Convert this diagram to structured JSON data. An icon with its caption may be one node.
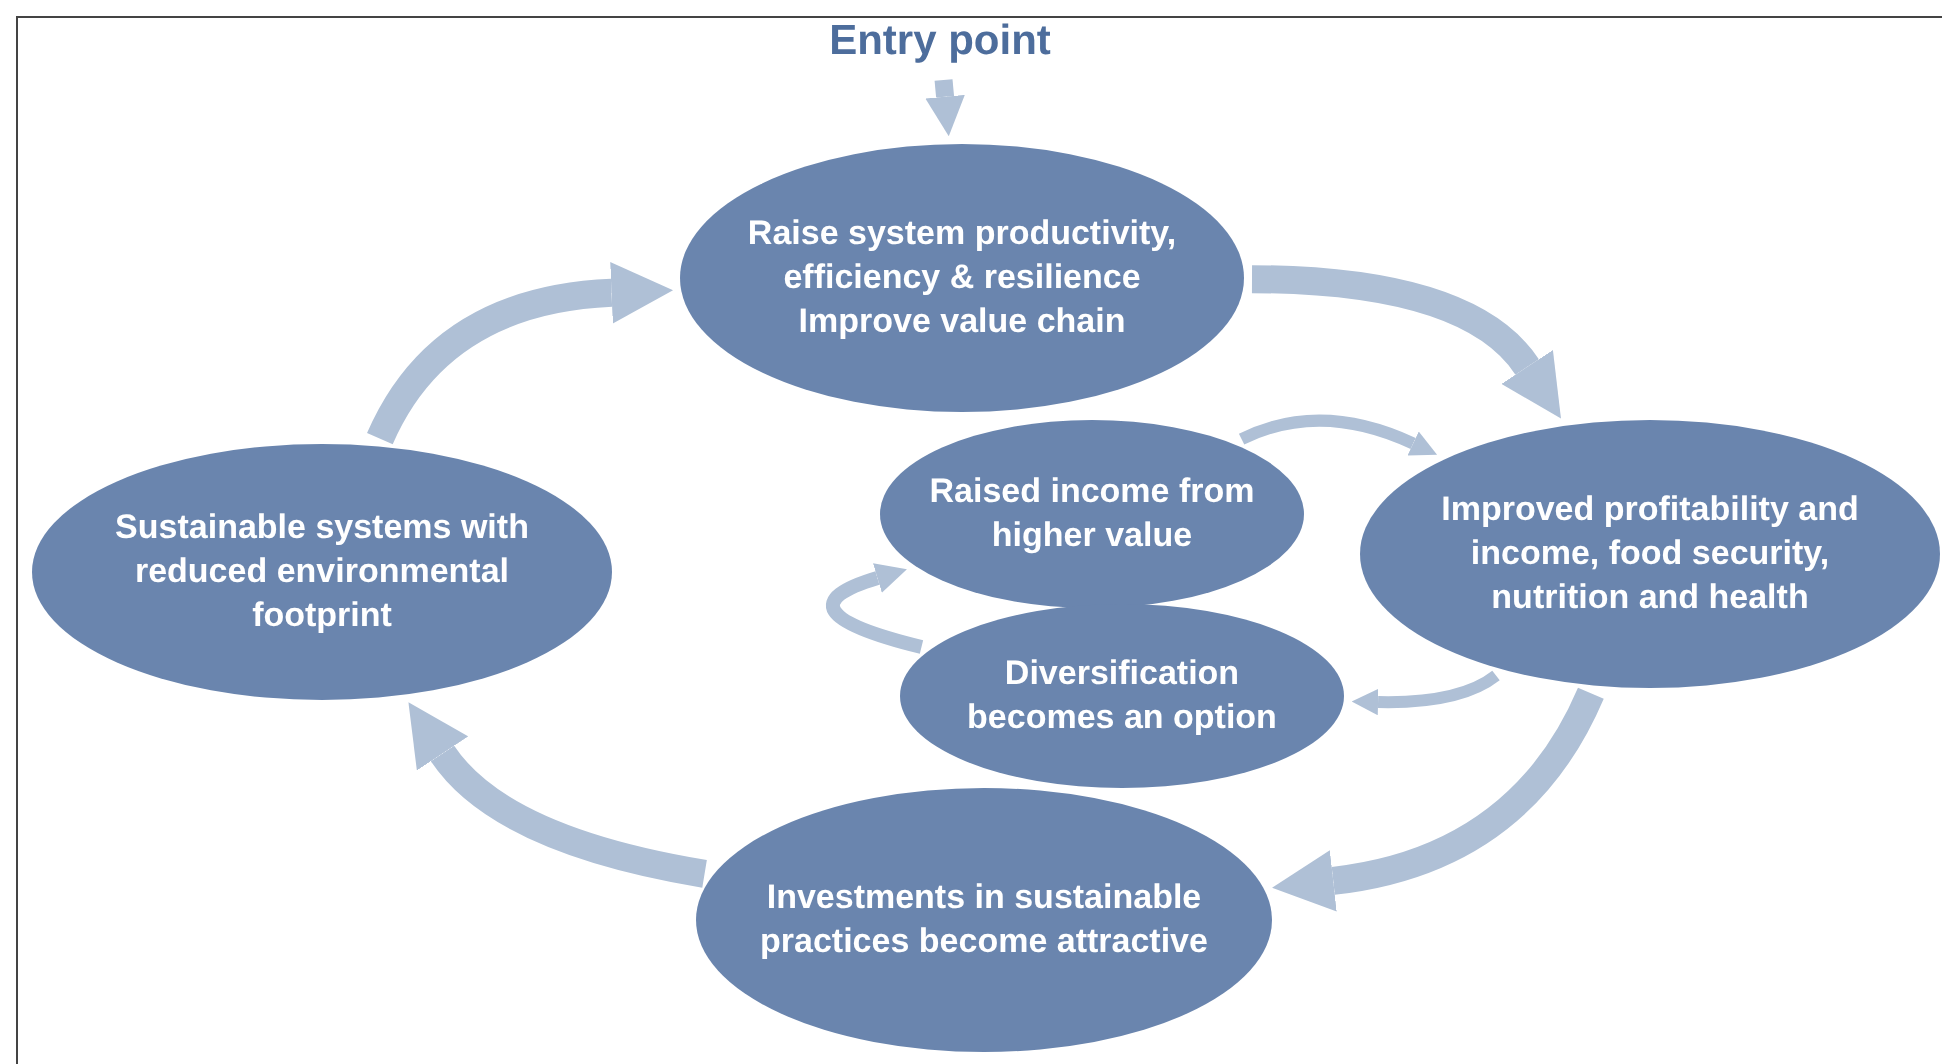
{
  "diagram": {
    "nodes": [
      {
        "text": [
          "Entry point"
        ]
      },
      {
        "text": [
          "Raise system productivity, efficiency & resilience Improve value chain"
        ]
      },
      {
        "text": [
          "Improved profitability and income, food security, nutrition and health"
        ]
      },
      {
        "text": [
          "Investments in sustainable practices become attractive"
        ]
      },
      {
        "text": [
          "Sustainable systems with reduced environmental footprint"
        ]
      },
      {
        "text": [
          "Raised income from higher value"
        ]
      },
      {
        "text": [
          "Diversification becomes an option"
        ]
      }
    ],
    "edges": [
      {
        "from": 0,
        "to": 1,
        "arrow": "to"
      },
      {
        "from": 1,
        "to": 2,
        "arrow": "to"
      },
      {
        "from": 2,
        "to": 3,
        "arrow": "to"
      },
      {
        "from": 3,
        "to": 4,
        "arrow": "to"
      },
      {
        "from": 4,
        "to": 1,
        "arrow": "to"
      },
      {
        "from": 5,
        "to": 2,
        "arrow": "to"
      },
      {
        "from": 2,
        "to": 6,
        "arrow": "to"
      },
      {
        "from": 6,
        "to": 5,
        "arrow": "to"
      }
    ]
  }
}
